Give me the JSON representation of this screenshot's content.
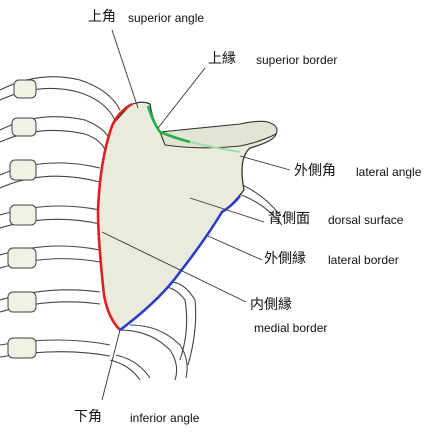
{
  "labels": {
    "superior_angle": {
      "jp": "上角",
      "en": "superior angle"
    },
    "superior_border": {
      "jp": "上縁",
      "en": "superior border"
    },
    "lateral_angle": {
      "jp": "外側角",
      "en": "lateral angle"
    },
    "dorsal_surface": {
      "jp": "背側面",
      "en": "dorsal  surface"
    },
    "lateral_border": {
      "jp": "外側縁",
      "en": "lateral border"
    },
    "medial_border": {
      "jp": "内側縁",
      "en": "medial border"
    },
    "inferior_angle": {
      "jp": "下角",
      "en": "inferior angle"
    }
  },
  "colors": {
    "medial_border_line": "#e02020",
    "lateral_border_line": "#2a3cc8",
    "superior_border_line": "#22b04a",
    "bone_fill": "#ebebdd",
    "outline": "#333333"
  }
}
